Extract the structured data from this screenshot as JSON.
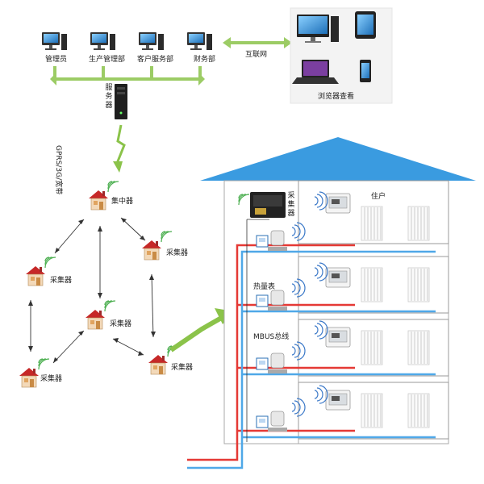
{
  "top": {
    "workstations": [
      "管理员",
      "生产管理部",
      "客户服务部",
      "财务部"
    ],
    "internet_label": "互联网",
    "server_label": "服务器",
    "browser_label": "浏览器查看"
  },
  "link_label": "GPRS/3G/宽带",
  "network": {
    "concentrator": "集中器",
    "collectors": [
      "采集器",
      "采集器",
      "采集器",
      "采集器",
      "采集器"
    ]
  },
  "building": {
    "collector_label": "采集器",
    "resident_label": "住户",
    "heat_meter_label": "热量表",
    "mbus_label": "MBUS总线"
  },
  "colors": {
    "roof": "#3a9be0",
    "bus_green": "#9ccc65",
    "arrow_green": "#8bc34a",
    "hot_pipe": "#e53935",
    "cold_pipe": "#4fa8e8",
    "house_roof": "#c62828"
  }
}
